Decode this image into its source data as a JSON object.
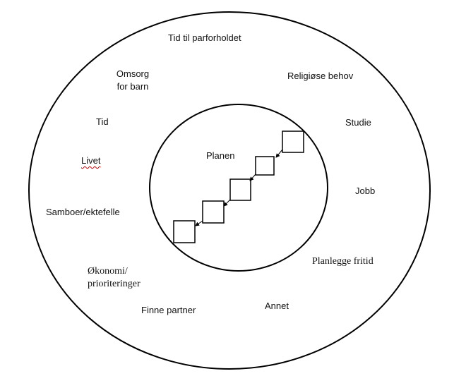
{
  "outer_labels": {
    "tid_parforhold": "Tid til parforholdet",
    "omsorg_line1": "Omsorg",
    "omsorg_line2": "for barn",
    "religiose": "Religiøse behov",
    "tid": "Tid",
    "studie": "Studie",
    "livet": "Livet",
    "jobb": "Jobb",
    "samboer": "Samboer/ektefelle",
    "planlegge_fritid": "Planlegge fritid",
    "okonomi_line1": "Økonomi/",
    "okonomi_line2": "prioriteringer",
    "finne_partner": "Finne partner",
    "annet": "Annet"
  },
  "inner_labels": {
    "planen": "Planen"
  },
  "colors": {
    "stroke": "#000000",
    "spellcheck_underline": "#d00000"
  }
}
